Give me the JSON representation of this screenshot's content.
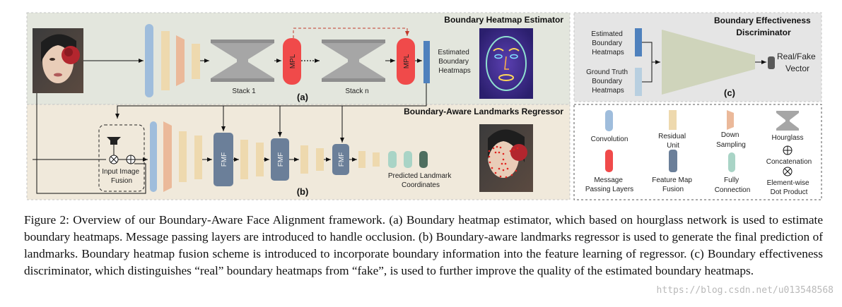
{
  "panels": {
    "a": {
      "title": "Boundary Heatmap Estimator",
      "label": "(a)",
      "stack1": "Stack 1",
      "stackn": "Stack n",
      "mpl1": "MPL",
      "mpl2": "MPL",
      "output": [
        "Estimated",
        "Boundary",
        "Heatmaps"
      ]
    },
    "b": {
      "title": "Boundary-Aware Landmarks Regressor",
      "label": "(b)",
      "fusion": [
        "Input Image",
        "Fusion"
      ],
      "fmf1": "FMF",
      "fmf2": "FMF",
      "fmf3": "FMF",
      "output": [
        "Predicted Landmark",
        "Coordinates"
      ]
    },
    "c": {
      "title": [
        "Boundary Effectiveness",
        "Discriminator"
      ],
      "label": "(c)",
      "input1": [
        "Estimated",
        "Boundary",
        "Heatmaps"
      ],
      "input2": [
        "Ground Truth",
        "Boundary",
        "Heatmaps"
      ],
      "output": [
        "Real/Fake",
        "Vector"
      ]
    }
  },
  "legend": {
    "convolution": "Convolution",
    "residual": [
      "Residual",
      "Unit"
    ],
    "down": [
      "Down",
      "Sampling"
    ],
    "hourglass": "Hourglass",
    "concat": "Concatenation",
    "mpl": [
      "Message",
      "Passing Layers"
    ],
    "fmf": [
      "Feature Map",
      "Fusion"
    ],
    "fc": [
      "Fully",
      "Connection"
    ],
    "dot": [
      "Element-wise",
      "Dot Product"
    ]
  },
  "caption": "Figure 2:  Overview of our Boundary-Aware Face Alignment framework. (a) Boundary heatmap estimator, which based on hourglass network is used to estimate boundary heatmaps. Message passing layers are introduced to handle occlusion. (b) Boundary-aware landmarks regressor is used to generate the final prediction of landmarks. Boundary heatmap fusion scheme is introduced to incorporate boundary information into the feature learning of regressor. (c) Boundary effectiveness discriminator, which distinguishes “real” boundary heatmaps from “fake”, is used to further improve the quality of the estimated boundary heatmaps.",
  "watermark": "https://blog.csdn.net/u013548568",
  "colors": {
    "panel_a_bg": "#e3e6dd",
    "panel_b_bg": "#f0e9db",
    "panel_c_bg": "#e5e5e5",
    "conv": "#9fbddc",
    "residual": "#eed9ae",
    "down": "#ebb99a",
    "mpl": "#f04a4a",
    "fmf": "#6b7f99",
    "fc": "#a9d4c6",
    "hourglass": "#a6a6a6",
    "discriminator": "#cfd4bb",
    "heatmap_bar": "#4f81bd",
    "output_node": "#595959"
  }
}
